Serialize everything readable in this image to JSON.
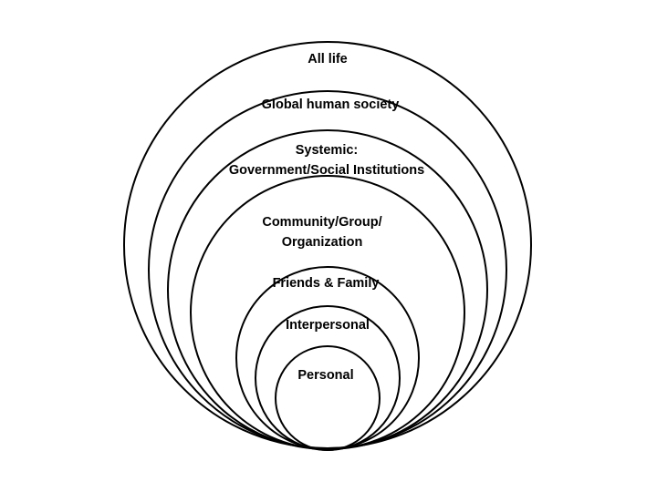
{
  "diagram": {
    "type": "nested-circles",
    "layers": [
      {
        "label_lines": [
          "All life"
        ]
      },
      {
        "label_lines": [
          "Global human society"
        ]
      },
      {
        "label_lines": [
          "Systemic:",
          "Government/Social Institutions"
        ]
      },
      {
        "label_lines": [
          "Community/Group/",
          "Organization"
        ]
      },
      {
        "label_lines": [
          "Friends & Family"
        ]
      },
      {
        "label_lines": [
          "Interpersonal"
        ]
      },
      {
        "label_lines": [
          "Personal"
        ]
      }
    ],
    "colors": {
      "stroke": "#000000",
      "text": "#000000",
      "background": "#ffffff"
    }
  }
}
